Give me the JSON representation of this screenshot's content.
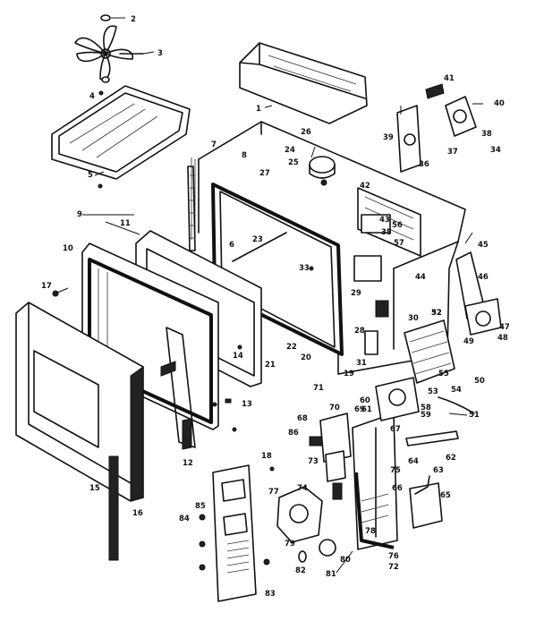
{
  "callouts": [
    "1",
    "2",
    "3",
    "4",
    "5",
    "6",
    "7",
    "8",
    "9",
    "10",
    "11",
    "12",
    "13",
    "14",
    "15",
    "16",
    "17",
    "18",
    "19",
    "20",
    "21",
    "22",
    "23",
    "24",
    "25",
    "26",
    "27",
    "28",
    "29",
    "30",
    "31",
    "32",
    "33",
    "34",
    "35",
    "36",
    "37",
    "38",
    "39",
    "40",
    "41",
    "42",
    "43",
    "44",
    "45",
    "46",
    "47",
    "48",
    "49",
    "50",
    "51",
    "52",
    "53",
    "54",
    "55",
    "56",
    "57",
    "58",
    "59",
    "60",
    "61",
    "62",
    "63",
    "64",
    "65",
    "66",
    "67",
    "68",
    "69",
    "70",
    "71",
    "72",
    "73",
    "74",
    "75",
    "76",
    "77",
    "78",
    "79",
    "80",
    "81",
    "82",
    "83",
    "84",
    "85",
    "86"
  ]
}
